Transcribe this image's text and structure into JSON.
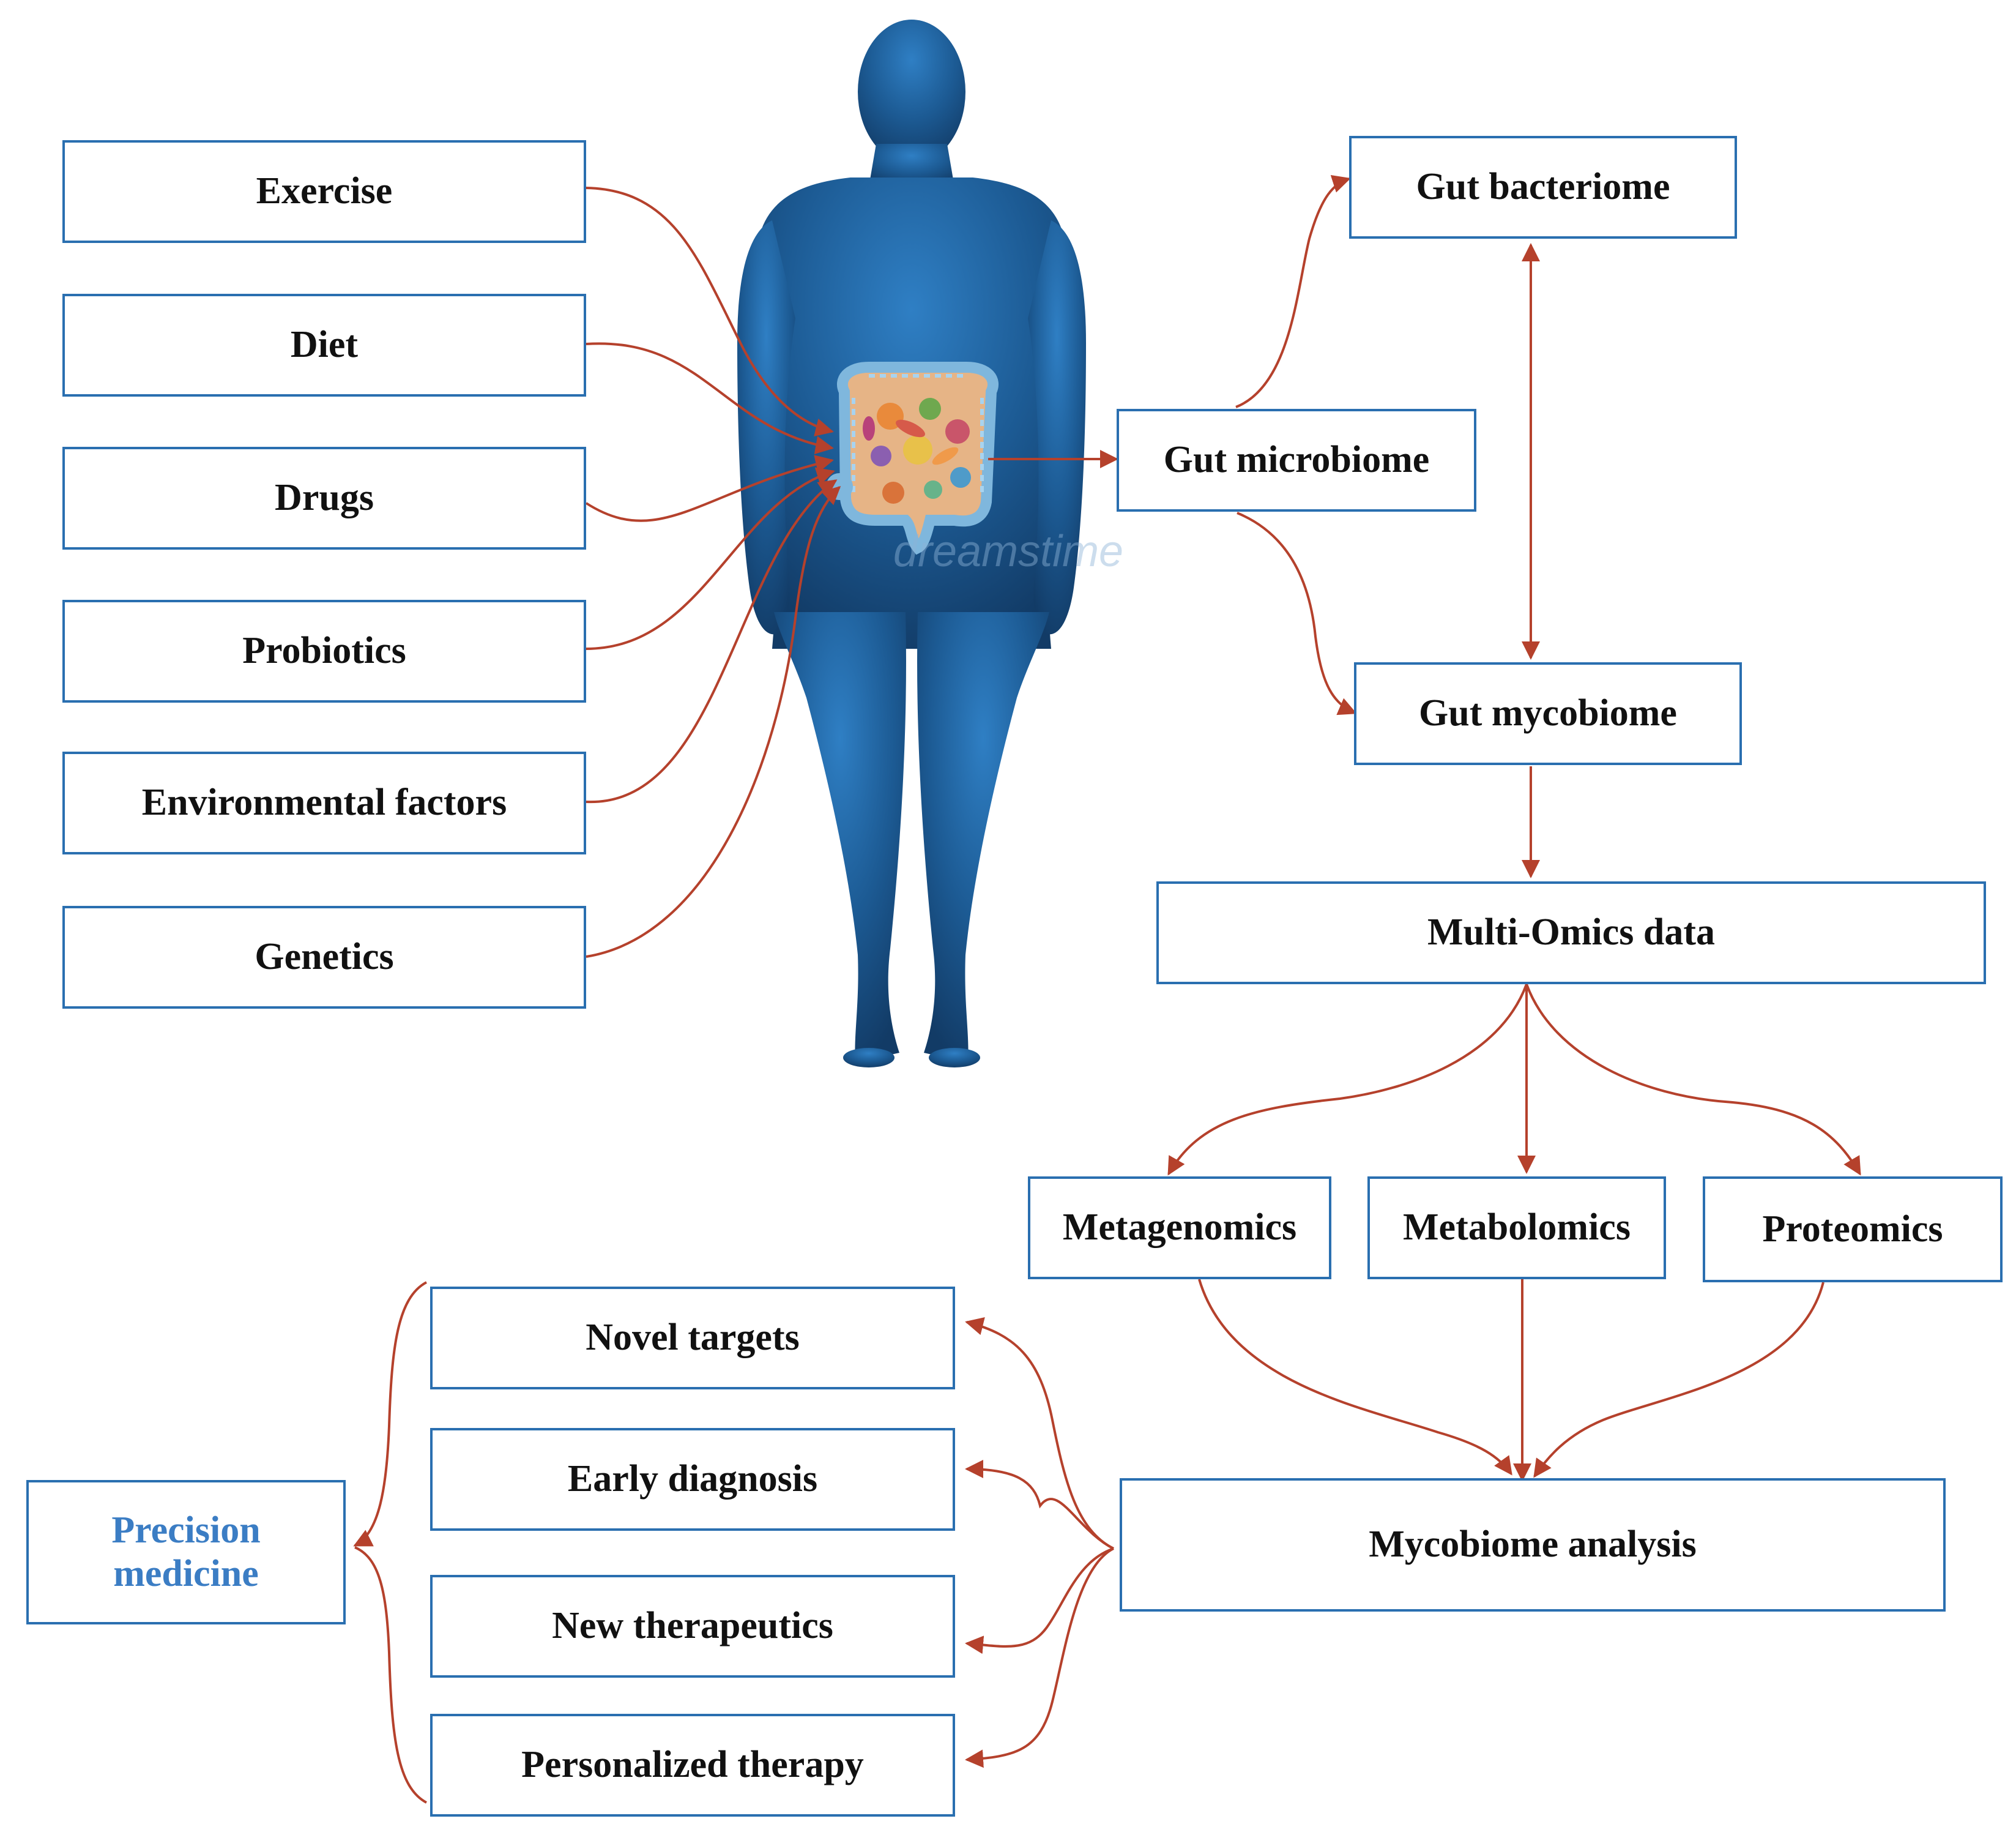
{
  "factors": [
    "Exercise",
    "Diet",
    "Drugs",
    "Probiotics",
    "Environmental factors",
    "Genetics"
  ],
  "nodes": {
    "gut_microbiome": "Gut microbiome",
    "gut_bacteriome": "Gut bacteriome",
    "gut_mycobiome": "Gut mycobiome",
    "multi_omics": "Multi-Omics data",
    "metagenomics": "Metagenomics",
    "metabolomics": "Metabolomics",
    "proteomics": "Proteomics",
    "mycobiome_analysis": "Mycobiome analysis"
  },
  "outcomes": [
    "Novel targets",
    "Early diagnosis",
    "New therapeutics",
    "Personalized therapy"
  ],
  "precision_medicine": {
    "line1": "Precision",
    "line2": "medicine"
  },
  "watermark": "dreamstime",
  "colors": {
    "arrow": "#b5412c",
    "box_border": "#2a6fb0",
    "body_light": "#2f7fc4",
    "body_dark": "#123b66",
    "accent_text": "#3b7dc4"
  }
}
